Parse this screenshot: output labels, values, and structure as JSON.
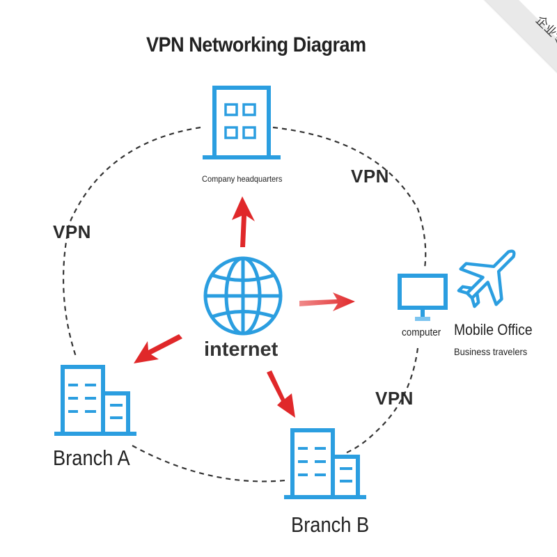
{
  "diagram": {
    "title": "VPN Networking Diagram",
    "corner_badge": "企业专享",
    "nodes": {
      "headquarters": "Company headquarters",
      "internet": "internet",
      "computer": "computer",
      "mobile_office": "Mobile Office",
      "business_travelers": "Business travelers",
      "branch_a": "Branch A",
      "branch_b": "Branch B"
    },
    "links": {
      "vpn_hq_mobile": "VPN",
      "vpn_hq_branch_a": "VPN",
      "vpn_mobile_branch_b": "VPN"
    },
    "icons": {
      "headquarters": "office-building-icon",
      "internet": "globe-icon",
      "computer": "monitor-icon",
      "mobile_office": "airplane-icon",
      "branch_a": "branch-building-icon",
      "branch_b": "branch-building-icon"
    },
    "colors": {
      "icon_blue": "#2b9ee0",
      "arrow_red": "#e0282a",
      "dashed_line": "#333333"
    }
  }
}
